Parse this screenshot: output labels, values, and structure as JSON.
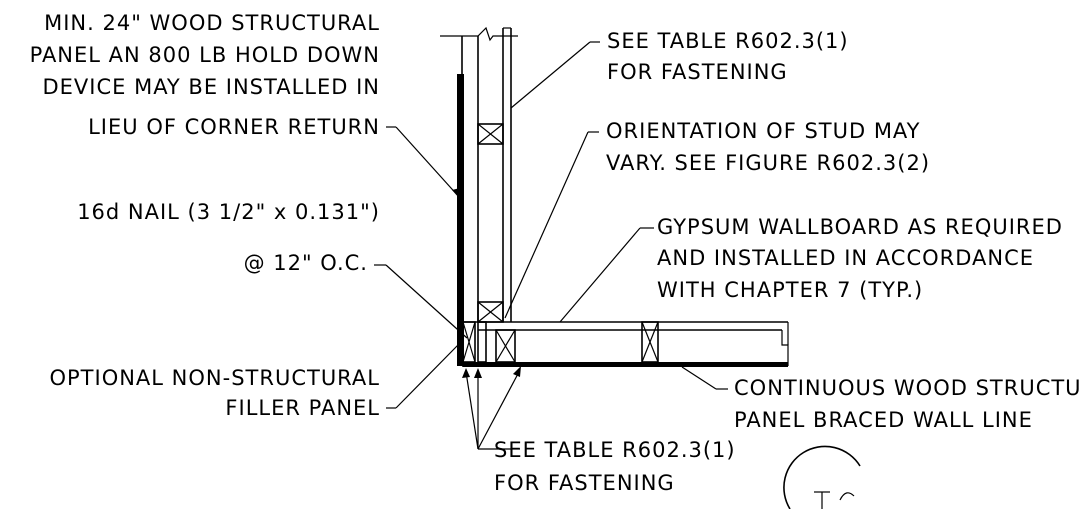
{
  "notes": {
    "corner_panel": [
      "MIN. 24\" WOOD STRUCTURAL",
      "PANEL AN 800 LB HOLD DOWN",
      "DEVICE MAY BE INSTALLED IN",
      "LIEU OF CORNER RETURN"
    ],
    "nail": [
      "16d NAIL (3 1/2\" x 0.131\")",
      "@ 12\" O.C."
    ],
    "filler": [
      "OPTIONAL NON-STRUCTURAL",
      "FILLER PANEL"
    ],
    "fastening_top": [
      "SEE TABLE R602.3(1)",
      "FOR FASTENING"
    ],
    "stud_orientation": [
      "ORIENTATION OF STUD MAY",
      "VARY. SEE FIGURE R602.3(2)"
    ],
    "gypsum": [
      "GYPSUM WALLBOARD AS REQUIRED",
      "AND INSTALLED IN ACCORDANCE",
      "WITH CHAPTER 7 (TYP.)"
    ],
    "continuous": [
      "CONTINUOUS WOOD STRUCTURAL",
      "PANEL BRACED WALL LINE"
    ],
    "fastening_bottom": [
      "SEE TABLE R602.3(1)",
      "FOR FASTENING"
    ]
  },
  "colors": {
    "ink": "#000000",
    "background": "#ffffff"
  }
}
